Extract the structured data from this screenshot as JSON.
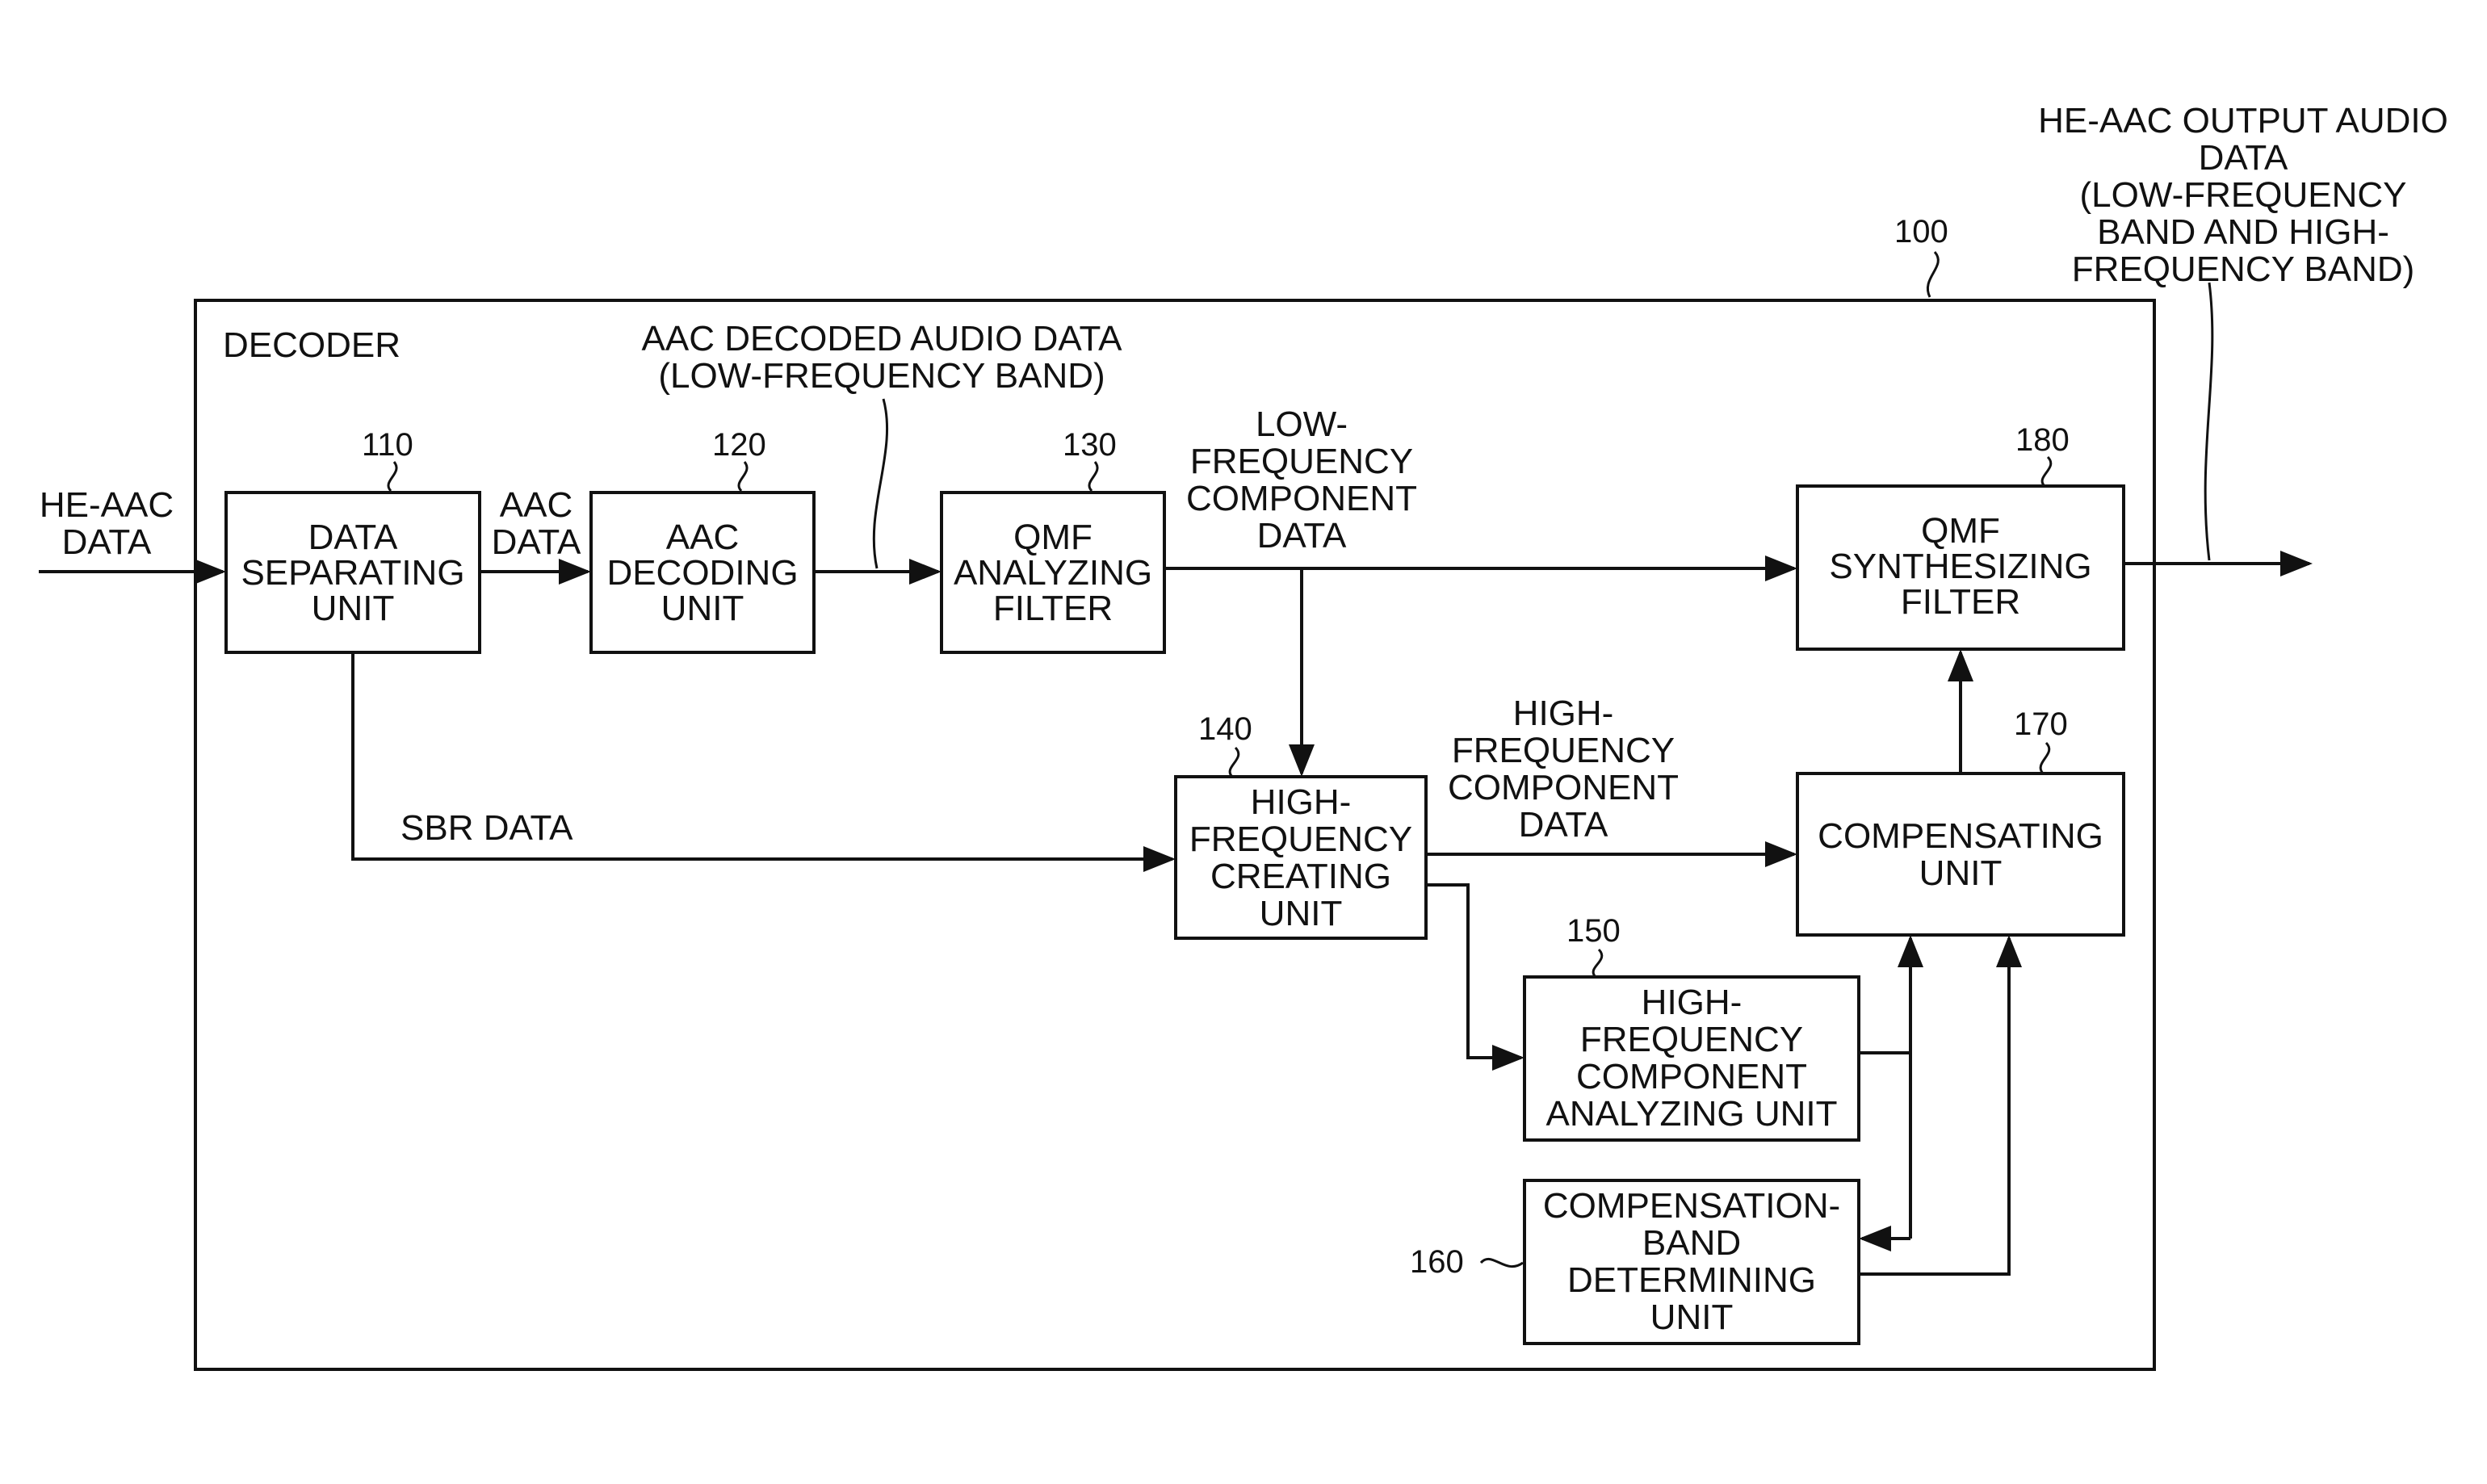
{
  "decoder": {
    "ref": "100",
    "title": "DECODER"
  },
  "blocks": [
    {
      "id": "data-separating-unit",
      "ref": "110",
      "lines": [
        "DATA",
        "SEPARATING",
        "UNIT"
      ]
    },
    {
      "id": "aac-decoding-unit",
      "ref": "120",
      "lines": [
        "AAC",
        "DECODING",
        "UNIT"
      ]
    },
    {
      "id": "qmf-analyzing-filter",
      "ref": "130",
      "lines": [
        "QMF",
        "ANALYZING",
        "FILTER"
      ]
    },
    {
      "id": "high-frequency-creating-unit",
      "ref": "140",
      "lines": [
        "HIGH-",
        "FREQUENCY",
        "CREATING",
        "UNIT"
      ]
    },
    {
      "id": "high-frequency-component-analyzing-unit",
      "ref": "150",
      "lines": [
        "HIGH-",
        "FREQUENCY",
        "COMPONENT",
        "ANALYZING UNIT"
      ]
    },
    {
      "id": "compensation-band-determining-unit",
      "ref": "160",
      "lines": [
        "COMPENSATION-",
        "BAND",
        "DETERMINING",
        "UNIT"
      ]
    },
    {
      "id": "compensating-unit",
      "ref": "170",
      "lines": [
        "COMPENSATING",
        "UNIT"
      ]
    },
    {
      "id": "qmf-synthesizing-filter",
      "ref": "180",
      "lines": [
        "QMF",
        "SYNTHESIZING",
        "FILTER"
      ]
    }
  ],
  "signals": [
    {
      "id": "he-aac-data",
      "lines": [
        "HE-AAC",
        "DATA"
      ]
    },
    {
      "id": "aac-data",
      "lines": [
        "AAC",
        "DATA"
      ]
    },
    {
      "id": "aac-decoded-audio-data",
      "lines": [
        "AAC DECODED AUDIO DATA",
        "(LOW-FREQUENCY BAND)"
      ]
    },
    {
      "id": "low-frequency-component-data",
      "lines": [
        "LOW-",
        "FREQUENCY",
        "COMPONENT",
        "DATA"
      ]
    },
    {
      "id": "sbr-data",
      "lines": [
        "SBR DATA"
      ]
    },
    {
      "id": "high-frequency-component-data",
      "lines": [
        "HIGH-",
        "FREQUENCY",
        "COMPONENT",
        "DATA"
      ]
    },
    {
      "id": "he-aac-output-audio-data",
      "lines": [
        "HE-AAC OUTPUT AUDIO",
        "DATA",
        "(LOW-FREQUENCY",
        "BAND AND HIGH-",
        "FREQUENCY BAND)"
      ]
    }
  ]
}
